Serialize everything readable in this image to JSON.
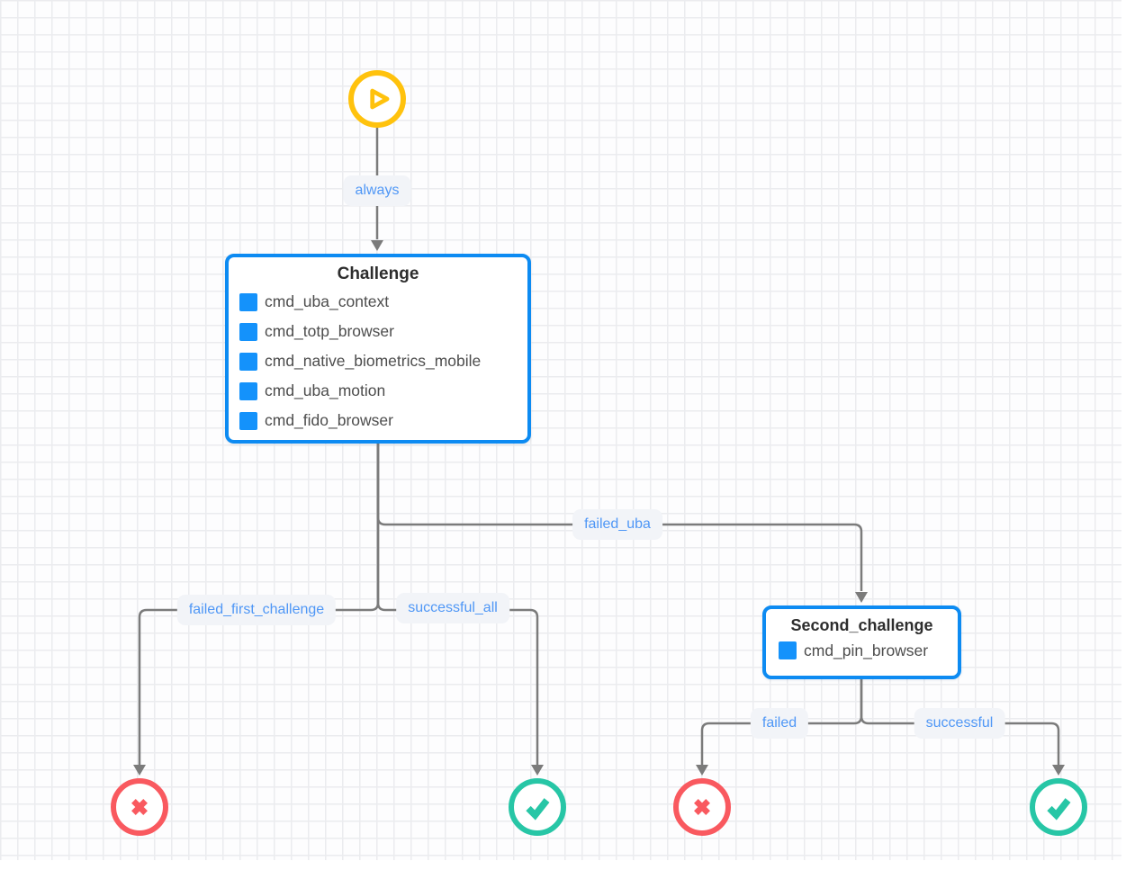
{
  "colors": {
    "accent_blue": "#0d8bf2",
    "icon_blue": "#1492fb",
    "label_blue": "#4f97f6",
    "edge_gray": "#7b7b7b",
    "start_yellow": "#ffc20d",
    "fail_red": "#f9595f",
    "success_green": "#27c6a6"
  },
  "nodes": {
    "start": {
      "icon": "play-icon"
    },
    "challenge": {
      "title": "Challenge",
      "items": [
        "cmd_uba_context",
        "cmd_totp_browser",
        "cmd_native_biometrics_mobile",
        "cmd_uba_motion",
        "cmd_fido_browser"
      ]
    },
    "second_challenge": {
      "title": "Second_challenge",
      "items": [
        "cmd_pin_browser"
      ]
    }
  },
  "edges": {
    "always": "always",
    "failed_uba": "failed_uba",
    "failed_first_challenge": "failed_first_challenge",
    "successful_all": "successful_all",
    "failed": "failed",
    "successful": "successful"
  }
}
